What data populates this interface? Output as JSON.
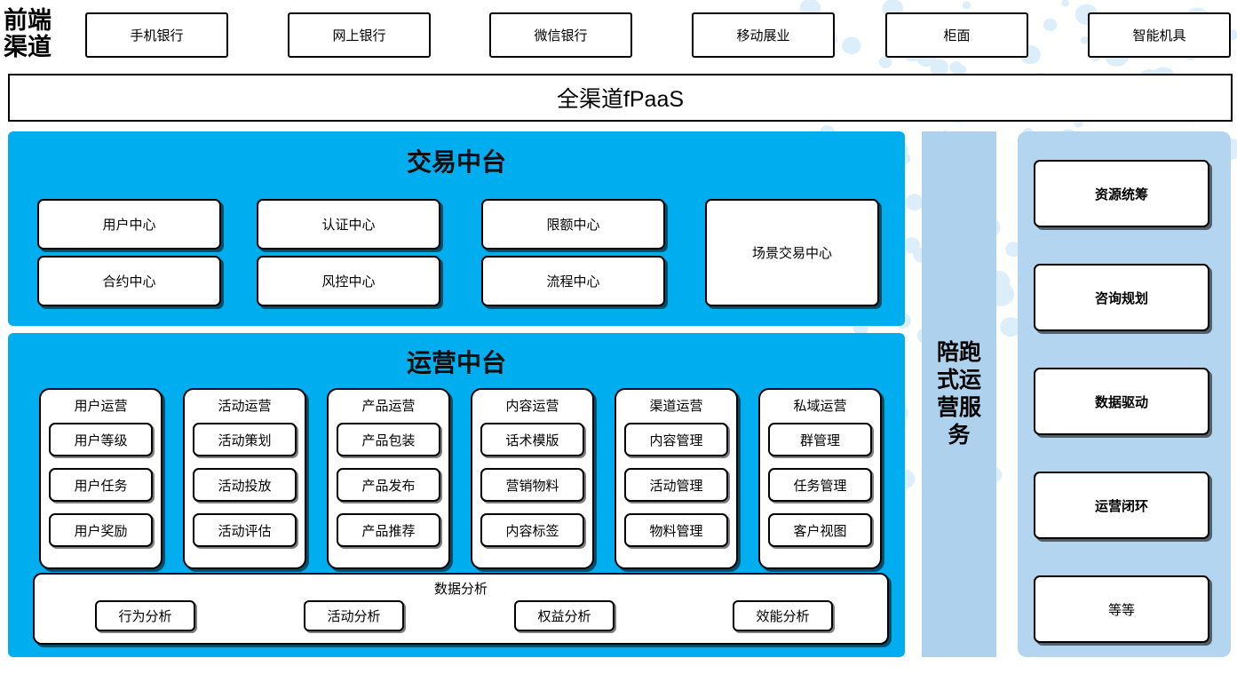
{
  "colors": {
    "cyan_panel": "#00AEEF",
    "service_column": "#AED2EE",
    "right_panel": "#B3D5EF",
    "box_fill": "#FFFFFF",
    "box_border": "#000000",
    "dot": "#DCEEF9"
  },
  "frontend": {
    "label_line1": "前端",
    "label_line2": "渠道",
    "channels": [
      {
        "label": "手机银行"
      },
      {
        "label": "网上银行"
      },
      {
        "label": "微信银行"
      },
      {
        "label": "移动展业"
      },
      {
        "label": "柜面"
      },
      {
        "label": "智能机具"
      }
    ]
  },
  "fpaas": {
    "label": "全渠道fPaaS"
  },
  "trade_platform": {
    "title": "交易中台",
    "boxes": [
      {
        "label": "用户中心"
      },
      {
        "label": "认证中心"
      },
      {
        "label": "限额中心"
      },
      {
        "label": "合约中心"
      },
      {
        "label": "风控中心"
      },
      {
        "label": "流程中心"
      },
      {
        "label": "场景交易中心"
      }
    ]
  },
  "ops_platform": {
    "title": "运营中台",
    "columns": [
      {
        "title": "用户运营",
        "items": [
          "用户等级",
          "用户任务",
          "用户奖励"
        ]
      },
      {
        "title": "活动运营",
        "items": [
          "活动策划",
          "活动投放",
          "活动评估"
        ]
      },
      {
        "title": "产品运营",
        "items": [
          "产品包装",
          "产品发布",
          "产品推荐"
        ]
      },
      {
        "title": "内容运营",
        "items": [
          "话术模版",
          "营销物料",
          "内容标签"
        ]
      },
      {
        "title": "渠道运营",
        "items": [
          "内容管理",
          "活动管理",
          "物料管理"
        ]
      },
      {
        "title": "私域运营",
        "items": [
          "群管理",
          "任务管理",
          "客户视图"
        ]
      }
    ],
    "data_analysis": {
      "title": "数据分析",
      "items": [
        "行为分析",
        "活动分析",
        "权益分析",
        "效能分析"
      ]
    }
  },
  "service_column": {
    "label": "陪跑式运营服务"
  },
  "service_panel": {
    "cards": [
      {
        "label": "资源统筹",
        "bold": true
      },
      {
        "label": "咨询规划",
        "bold": true
      },
      {
        "label": "数据驱动",
        "bold": true
      },
      {
        "label": "运营闭环",
        "bold": true
      },
      {
        "label": "等等",
        "bold": false
      }
    ]
  }
}
